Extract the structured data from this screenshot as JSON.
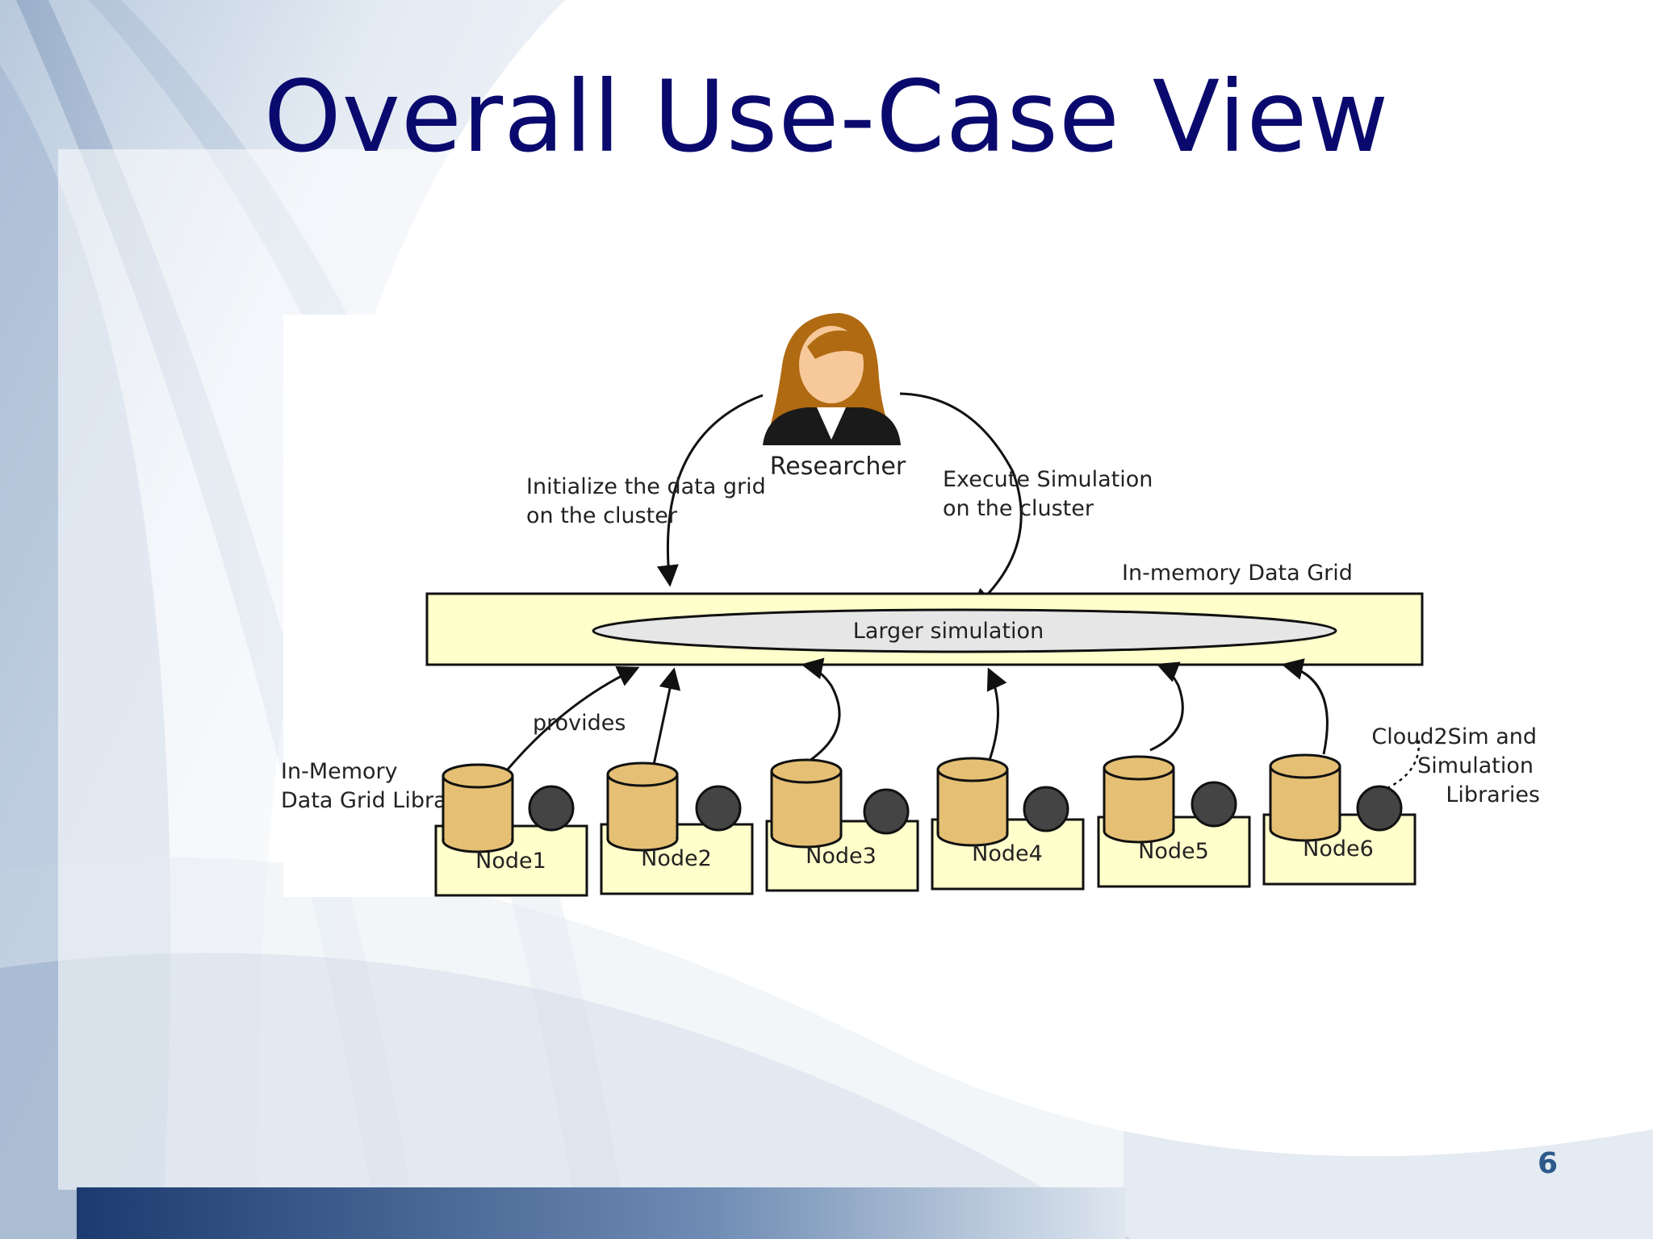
{
  "slide": {
    "title": "Overall Use-Case View",
    "page_number": "6"
  },
  "diagram": {
    "actor_label": "Researcher",
    "initialize_label": [
      "Initialize the data grid",
      "on the cluster"
    ],
    "execute_label": [
      "Execute Simulation",
      "on the cluster"
    ],
    "grid_label": "In-memory Data Grid",
    "simulation_label": "Larger simulation",
    "provides_label": "provides",
    "libraries_label": [
      "In-Memory",
      "Data Grid Libraries"
    ],
    "cloud2sim_label": [
      "Cloud2Sim and",
      "Simulation",
      "Libraries"
    ],
    "nodes": [
      "Node1",
      "Node2",
      "Node3",
      "Node4",
      "Node5",
      "Node6"
    ]
  },
  "colors": {
    "title": "#0a0a6e",
    "grid_fill": "#ffffcc",
    "node_fill": "#ffffcc",
    "cylinder_fill": "#e5c074",
    "ellipse_fill": "#e6e6e6",
    "dark_circle": "#444444"
  }
}
